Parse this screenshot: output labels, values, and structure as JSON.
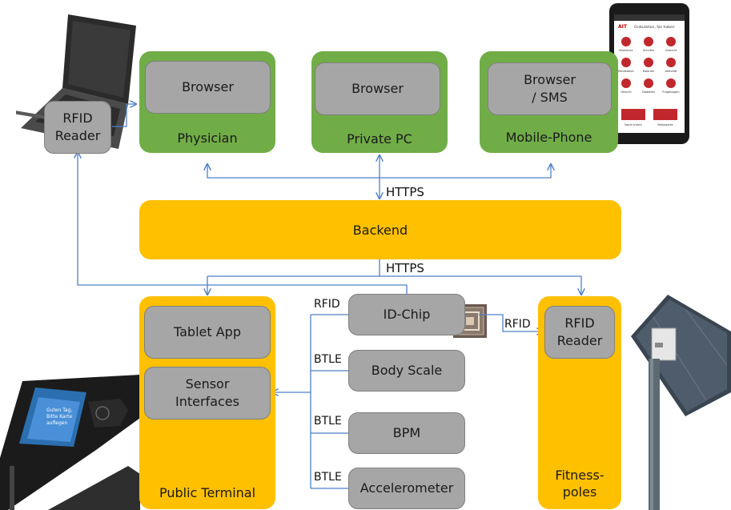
{
  "clients": {
    "physician": {
      "inner": "Browser",
      "label": "Physician"
    },
    "private_pc": {
      "inner": "Browser",
      "label": "Private PC"
    },
    "mobile_phone": {
      "inner": "Browser\n/ SMS",
      "label": "Mobile-Phone"
    }
  },
  "rfid_reader_left": "RFID\nReader",
  "https_top": "HTTPS",
  "backend": "Backend",
  "https_bottom": "HTTPS",
  "public_terminal": {
    "tablet_app": "Tablet App",
    "sensor_interfaces": "Sensor\nInterfaces",
    "label": "Public Terminal"
  },
  "devices": {
    "id_chip": "ID-Chip",
    "body_scale": "Body Scale",
    "bpm": "BPM",
    "accelerometer": "Accelerometer"
  },
  "protocols": {
    "rfid_left": "RFID",
    "rfid_right": "RFID",
    "btle_1": "BTLE",
    "btle_2": "BTLE",
    "btle_3": "BTLE"
  },
  "fitness_poles": {
    "rfid_reader": "RFID\nReader",
    "label": "Fitness-\npoles"
  },
  "phone_screen": {
    "header": "Gratulation, Sie haben",
    "tiles": [
      "Blutdruck",
      "Schritte",
      "Gewicht",
      "Medikation",
      "Kalorien",
      "Aktivität",
      "Gesicht",
      "Diabetes",
      "Fragebogen"
    ],
    "footer_tiles": [
      "Nachrichten",
      "Messwerte"
    ]
  },
  "kiosk_screen": {
    "lines": [
      "Guten Tag,",
      "Bitte Karte",
      "auflegen"
    ]
  },
  "colors": {
    "green": "#70ad47",
    "yellow": "#ffc000",
    "gray": "#a6a6a6",
    "wire": "#4f7fc5"
  }
}
